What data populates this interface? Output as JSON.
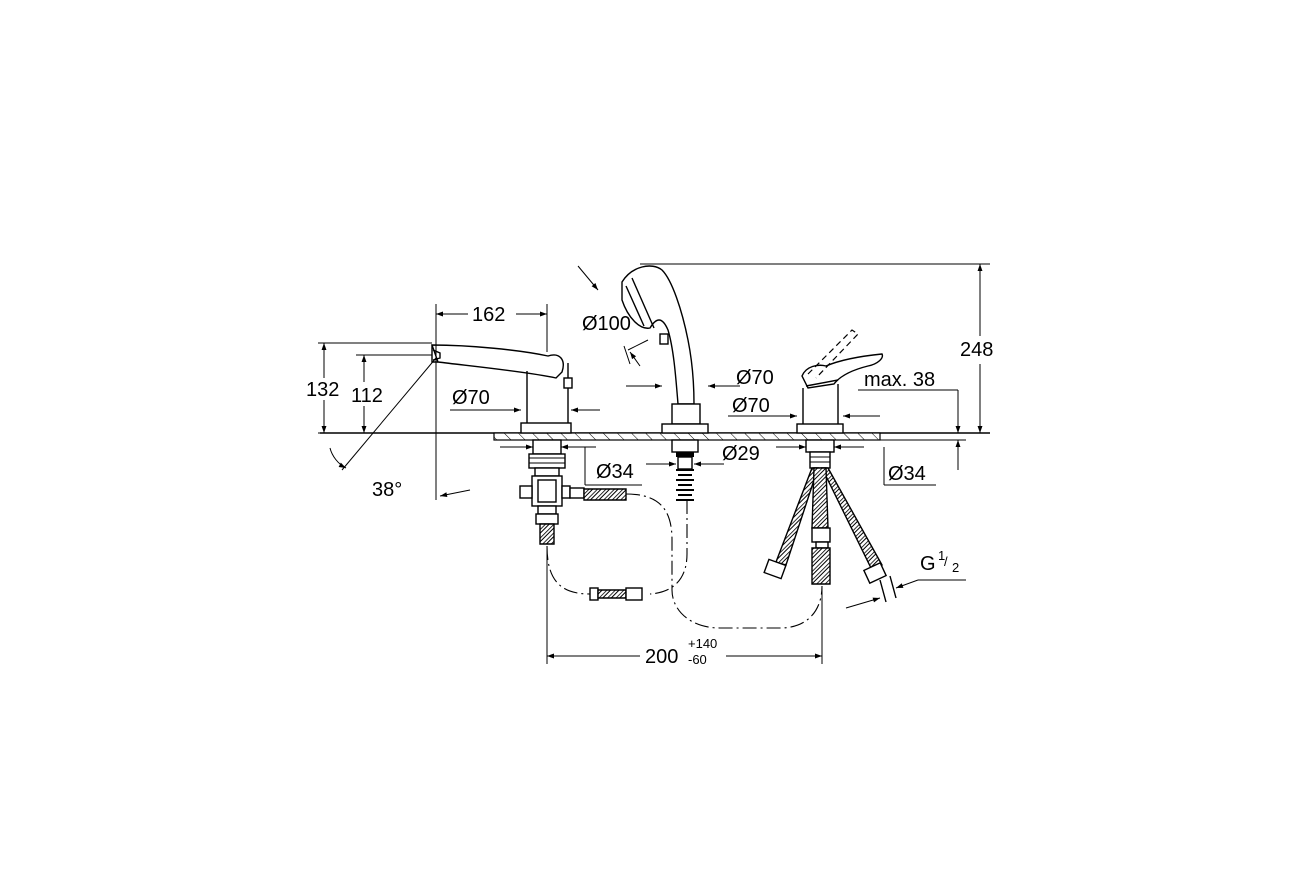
{
  "dimensions": {
    "spout_reach": "162",
    "spout_height": "132",
    "spout_outlet_height": "112",
    "spout_angle": "38°",
    "spout_base_dia": "Ø70",
    "handshower_dia": "Ø100",
    "holder_base_dia": "Ø70",
    "mixer_base_dia": "Ø70",
    "hose_dia": "Ø29",
    "spout_shank_dia": "Ø34",
    "mixer_shank_dia": "Ø34",
    "max_deck_thickness": "max. 38",
    "total_height": "248",
    "centre_distance": "200",
    "centre_tolerance_plus": "+140",
    "centre_tolerance_minus": "-60",
    "thread": "G",
    "thread_num": "1",
    "thread_den": "2"
  }
}
